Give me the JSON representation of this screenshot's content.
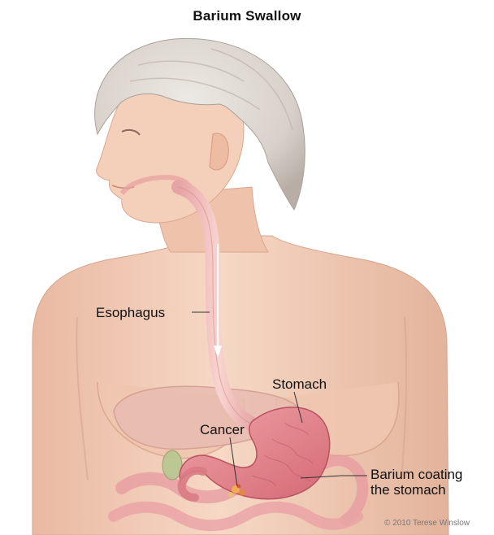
{
  "title": "Barium Swallow",
  "labels": {
    "esophagus": "Esophagus",
    "stomach": "Stomach",
    "cancer": "Cancer",
    "barium_coating": "Barium coating\nthe stomach"
  },
  "credit": "© 2010 Terese Winslow",
  "colors": {
    "skin": "#f2cdb8",
    "skin_shadow": "#dba78f",
    "hair": "#dcd6d0",
    "hair_shadow": "#b9b1aa",
    "organ": "#e88f95",
    "organ_dark": "#c85f6b",
    "liver": "#e4b7ad",
    "leader_line": "#333333"
  }
}
